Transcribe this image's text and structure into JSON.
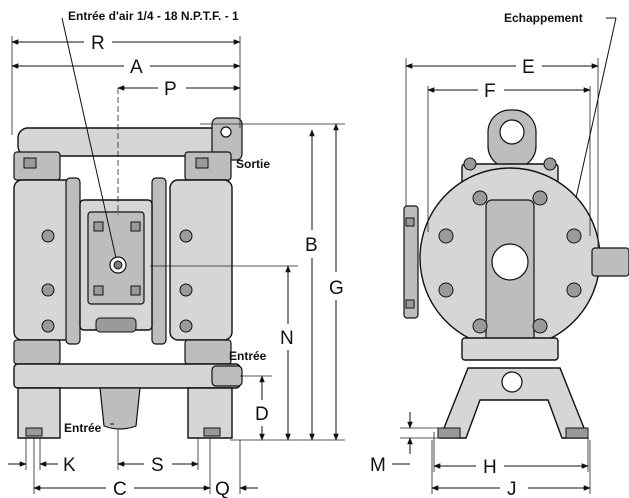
{
  "labels": {
    "air_inlet": "Entrée d'air 1/4 - 18 N.P.T.F.  - 1",
    "exhaust": "Echappement",
    "outlet": "Sortie",
    "inlet_upper": "Entrée",
    "inlet_lower": "Entrée"
  },
  "dimensions": {
    "R": "R",
    "A": "A",
    "P": "P",
    "B": "B",
    "N": "N",
    "D": "D",
    "G": "G",
    "K": "K",
    "S": "S",
    "C": "C",
    "Q": "Q",
    "E": "E",
    "F": "F",
    "H": "H",
    "J": "J",
    "M": "M"
  }
}
